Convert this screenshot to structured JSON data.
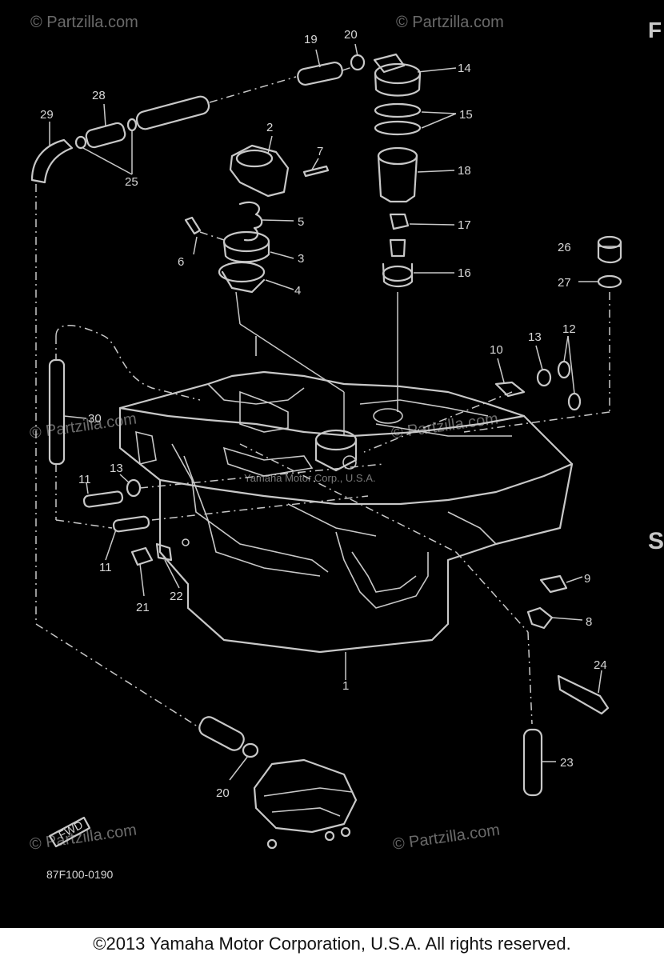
{
  "diagram": {
    "part_labels": {
      "p1": "1",
      "p2": "2",
      "p3": "3",
      "p4": "4",
      "p5": "5",
      "p6": "6",
      "p7": "7",
      "p8": "8",
      "p9": "9",
      "p10": "10",
      "p11a": "11",
      "p11b": "11",
      "p12": "12",
      "p13a": "13",
      "p13b": "13",
      "p14": "14",
      "p15": "15",
      "p16": "16",
      "p17": "17",
      "p18": "18",
      "p19": "19",
      "p20a": "20",
      "p20b": "20",
      "p21": "21",
      "p22": "22",
      "p23": "23",
      "p24": "24",
      "p25": "25",
      "p26": "26",
      "p27": "27",
      "p28": "28",
      "p29": "29",
      "p30": "30"
    },
    "diagram_code": "87F100-0190",
    "fwd_label": "FWD",
    "watermarks": {
      "top_left": "© Partzilla.com",
      "top_right": "© Partzilla.com",
      "mid_left": "© Partzilla.com",
      "mid_right": "© Partzilla.com",
      "bottom_left": "© Partzilla.com",
      "bottom_right": "© Partzilla.com",
      "center": "Yamaha Motor Corp., U.S.A."
    }
  },
  "edge_text": {
    "title_fragment": "F",
    "letter_s": "S"
  },
  "footer": {
    "copyright": "©2013 Yamaha Motor Corporation, U.S.A. All rights reserved."
  }
}
